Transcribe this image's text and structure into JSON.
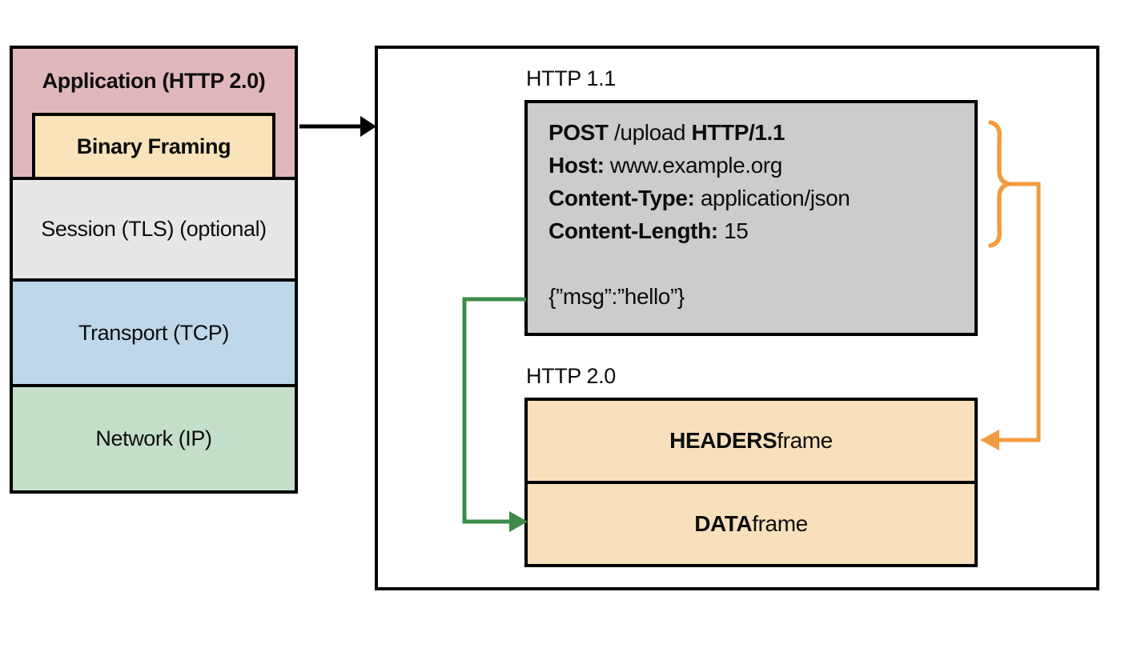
{
  "colors": {
    "application_pink": "#e0b8bc",
    "binary_framing_tan": "#fae3ba",
    "session_gray": "#e7e7e7",
    "transport_blue": "#bed7e9",
    "network_green": "#c3dfc9",
    "request_gray": "#cccccc",
    "frame_tan": "#f8e0bc",
    "arrow_black": "#000000",
    "connector_green": "#3d8b49",
    "connector_orange": "#ef9c40"
  },
  "stack": {
    "application_label": "Application (HTTP 2.0)",
    "binary_framing_label": "Binary Framing",
    "session_label": "Session (TLS) (optional)",
    "transport_label": "Transport (TCP)",
    "network_label": "Network (IP)"
  },
  "panel": {
    "http11_label": "HTTP 1.1",
    "http20_label": "HTTP 2.0",
    "request": {
      "line1": {
        "method": "POST",
        "path": " /upload ",
        "version": "HTTP/1.1"
      },
      "line2": {
        "name": "Host:",
        "value": " www.example.org"
      },
      "line3": {
        "name": "Content-Type:",
        "value": " application/json"
      },
      "line4": {
        "name": "Content-Length:",
        "value": " 15"
      },
      "body": "{”msg”:”hello”}"
    },
    "frames": {
      "headers": {
        "name": "HEADERS",
        "suffix": " frame"
      },
      "data": {
        "name": "DATA",
        "suffix": " frame"
      }
    }
  }
}
